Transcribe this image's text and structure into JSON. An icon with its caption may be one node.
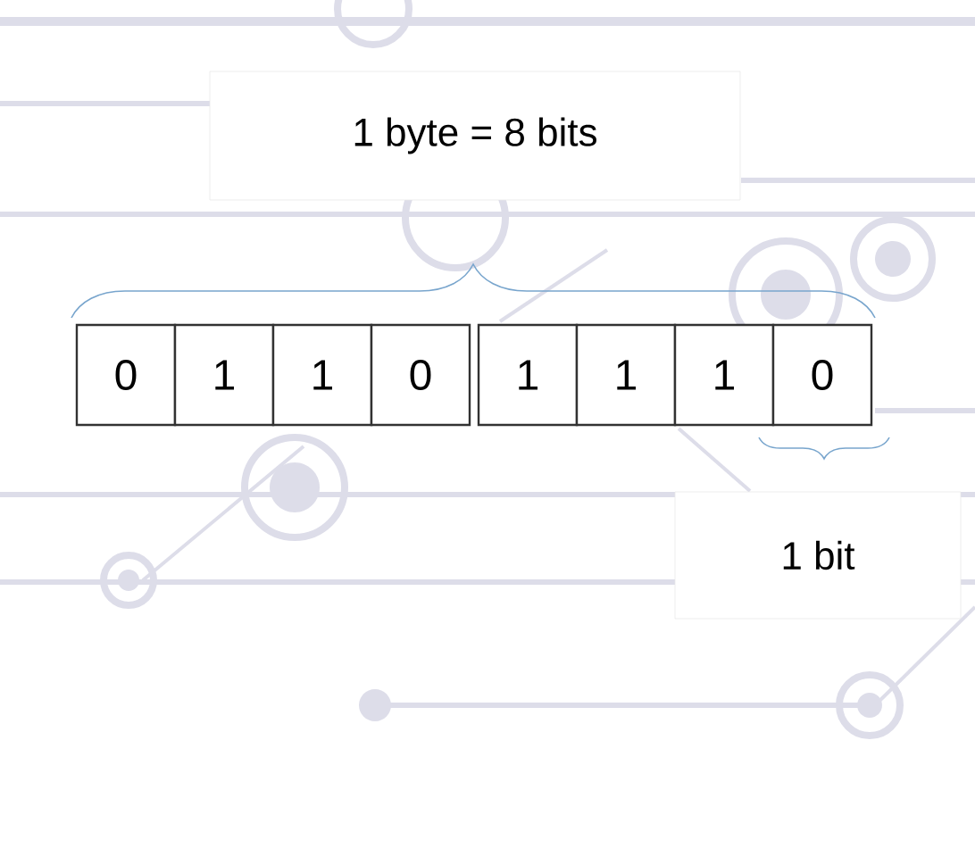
{
  "diagram": {
    "nodes": [
      {
        "text": [
          "1 byte = 8 bits"
        ]
      },
      {
        "text": [
          "0"
        ]
      },
      {
        "text": [
          "1"
        ]
      },
      {
        "text": [
          "1"
        ]
      },
      {
        "text": [
          "0"
        ]
      },
      {
        "text": [
          "1"
        ]
      },
      {
        "text": [
          "1"
        ]
      },
      {
        "text": [
          "1"
        ]
      },
      {
        "text": [
          "0"
        ]
      },
      {
        "text": [
          "1 bit"
        ]
      }
    ],
    "edges": []
  }
}
